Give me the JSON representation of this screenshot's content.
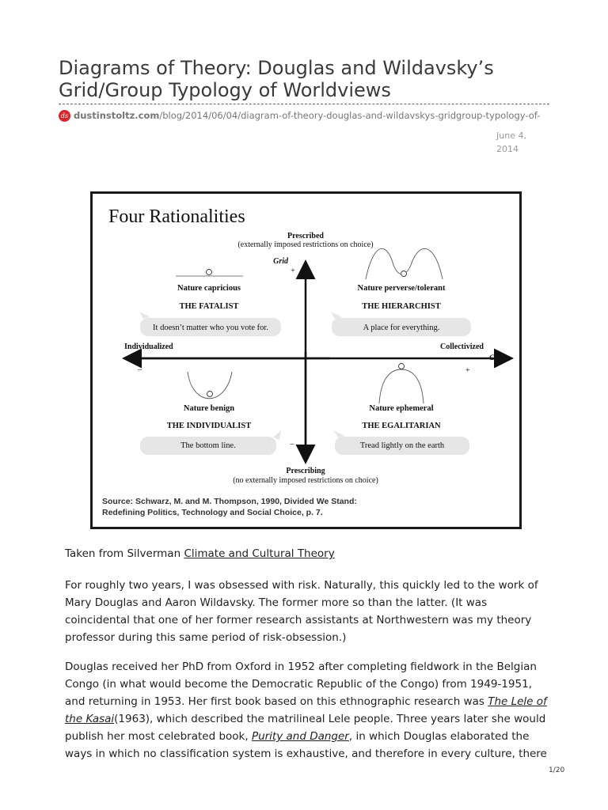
{
  "article": {
    "title": "Diagrams of Theory: Douglas and Wildavsky’s Grid/Group Typology of Worldviews",
    "source_domain": "dustinstoltz.com",
    "source_path": "/blog/2014/06/04/diagram-of-theory-douglas-and-wildavskys-gridgroup-typology-of-",
    "date_line1": "June 4,",
    "date_line2": "2014"
  },
  "figure": {
    "heading": "Four Rationalities",
    "top_label": "Prescribed",
    "top_sub": "(externally imposed restrictions on choice)",
    "grid_axis": "Grid",
    "plus": "+",
    "minus": "–",
    "left_label": "Individualized",
    "right_label": "Collectivized",
    "group_axis": "Group",
    "bottom_label": "Prescribing",
    "bottom_sub": "(no externally imposed restrictions on choice)",
    "quadrants": [
      {
        "nature": "Nature capricious",
        "type": "THE FATALIST",
        "quote": "It doesn’t matter who you vote for."
      },
      {
        "nature": "Nature perverse/tolerant",
        "type": "THE HIERARCHIST",
        "quote": "A place for everything."
      },
      {
        "nature": "Nature benign",
        "type": "THE INDIVIDUALIST",
        "quote": "The bottom line."
      },
      {
        "nature": "Nature ephemeral",
        "type": "THE EGALITARIAN",
        "quote": "Tread lightly on the earth"
      }
    ],
    "source_line1": "Source: Schwarz, M. and M. Thompson, 1990, Divided We Stand:",
    "source_line2": "Redefining Politics, Technology and Social Choice, p. 7."
  },
  "caption": {
    "prefix": "Taken from Silverman ",
    "link": "Climate and Cultural Theory"
  },
  "paragraphs": {
    "p1": "For roughly two years, I was obsessed with risk. Naturally, this quickly led to the work of Mary Douglas and Aaron Wildavsky. The former more so than the latter. (It was coincidental that one of her former research assistants at Northwestern was my theory professor during this same period of risk-obsession.)",
    "p2_a": "Douglas received her PhD from Oxford in 1952 after completing fieldwork in the Belgian Congo (in what would become the Democratic Republic of the Congo) from 1949-1951, and returning in 1953. Her first book based on this ethnographic  research was ",
    "p2_link1": "The Lele of the Kasai",
    "p2_b": "(1963), which described the matrilineal Lele people. Three years later she would publish her most celebrated book, ",
    "p2_link2": "Purity and Danger",
    "p2_c": ", in which Douglas elaborated the ways in which no classification system is exhaustive, and therefore in every culture, there"
  },
  "footer": {
    "page": "1/20"
  }
}
